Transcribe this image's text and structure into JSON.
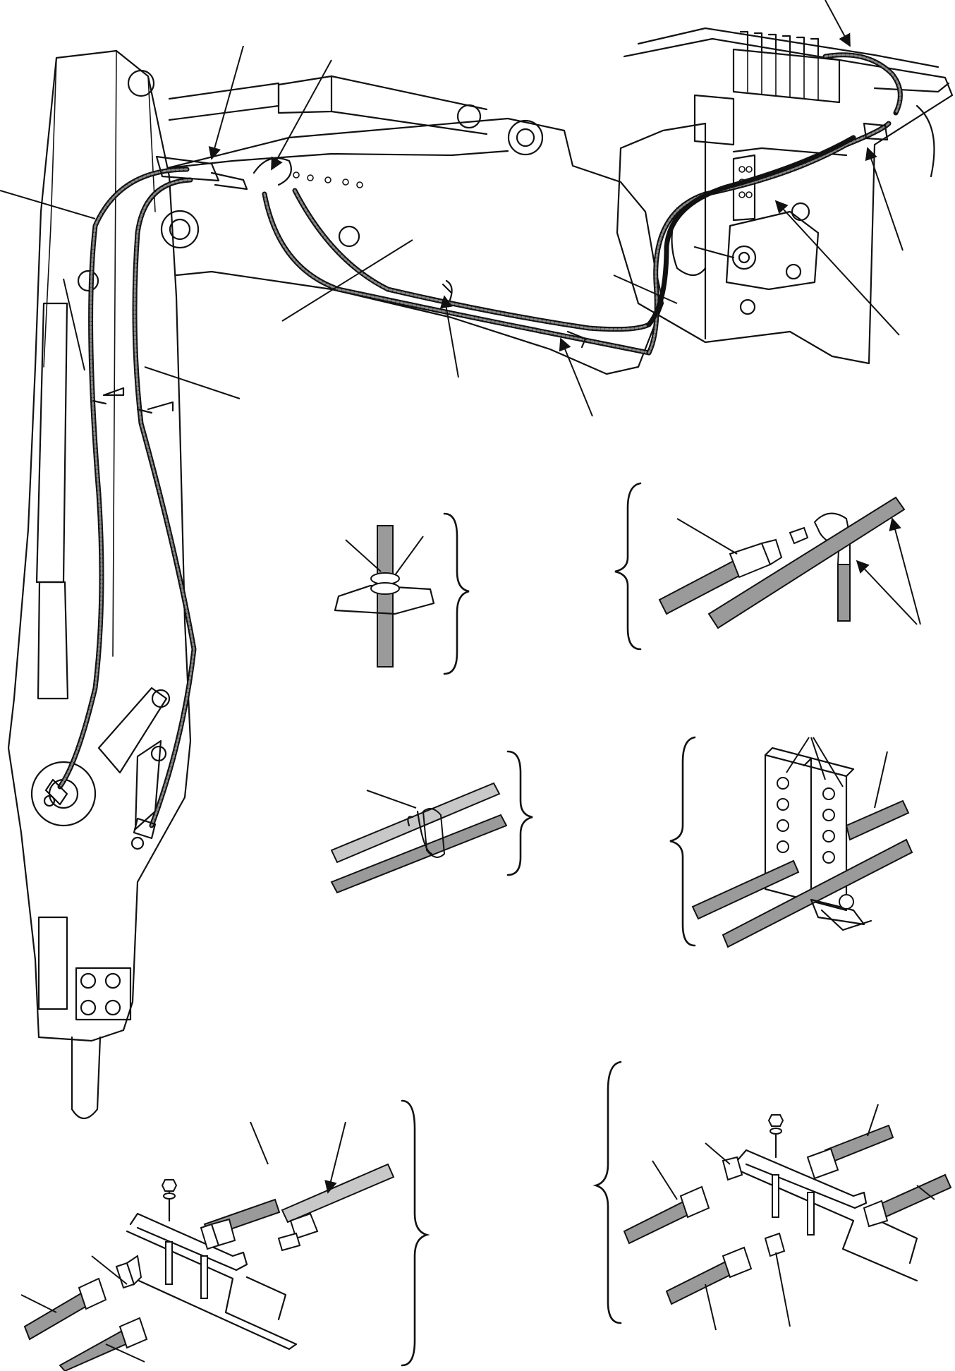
{
  "figure": {
    "views": [
      "main-assembly",
      "detail-hose-clip",
      "detail-tube-elbow",
      "detail-cable-tie",
      "detail-clamp-plate",
      "detail-bracket-left",
      "detail-bracket-right"
    ],
    "icons": [
      "arrow-icon",
      "brace-icon"
    ],
    "colors": {
      "line": "#111111",
      "hose_fill": "#9a9a9a",
      "background": "#ffffff"
    }
  }
}
